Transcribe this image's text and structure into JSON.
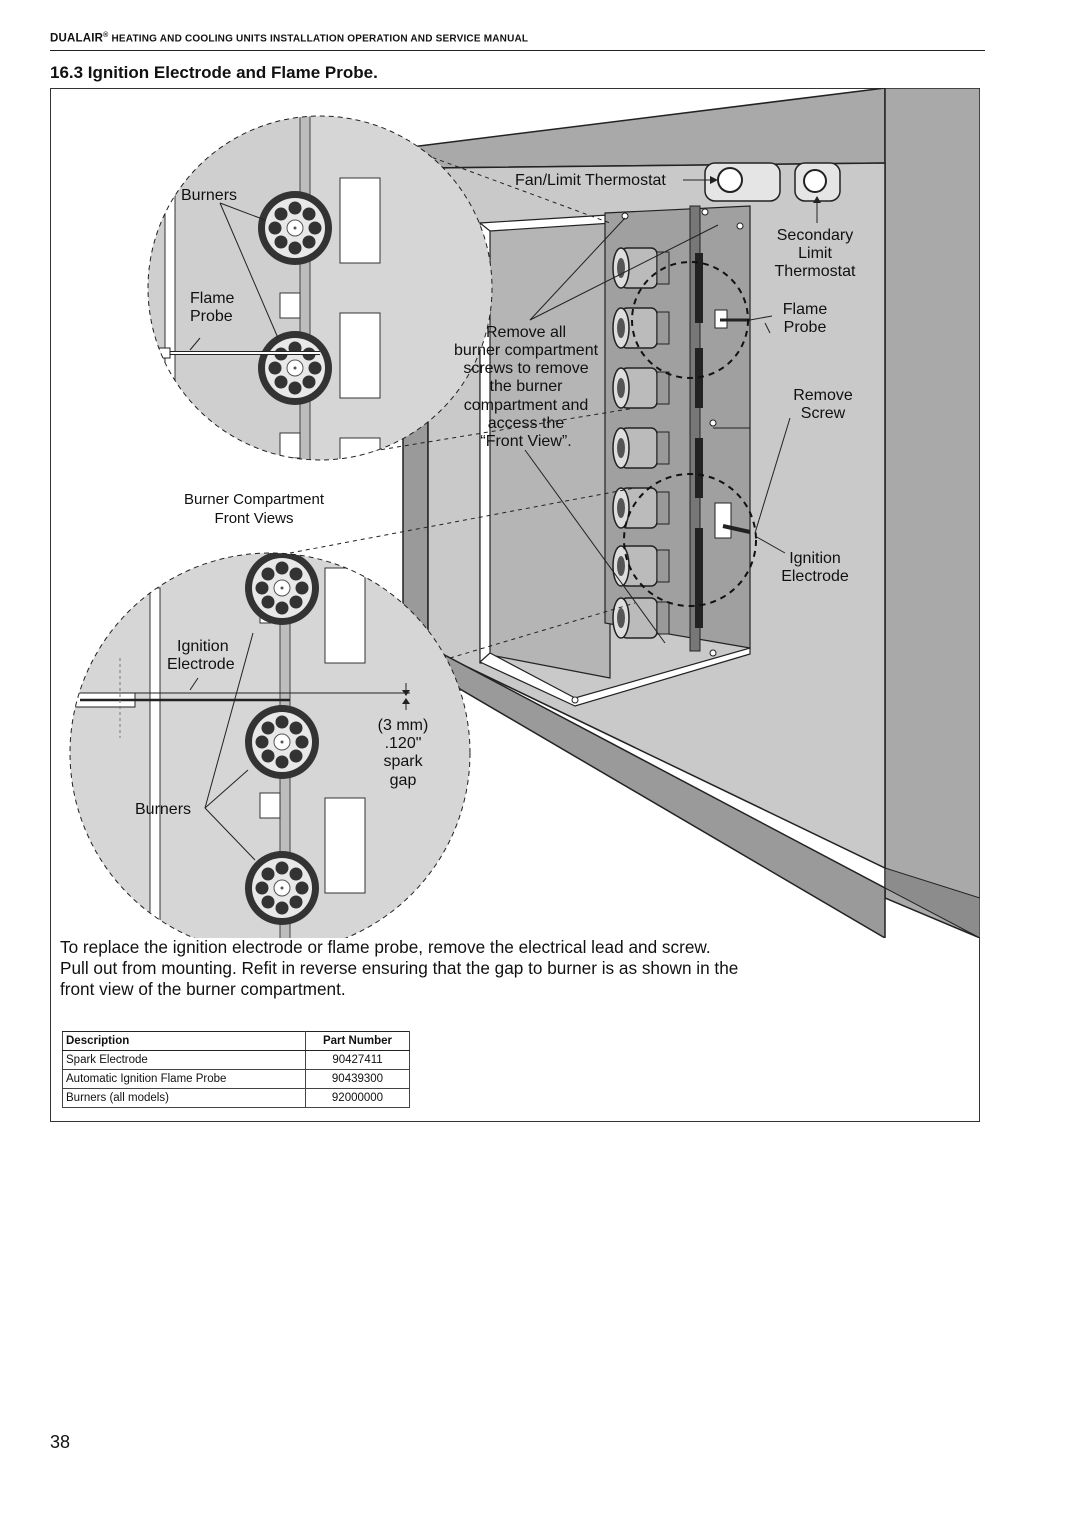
{
  "header": {
    "brand_prefix": "Dual",
    "brand_suffix": "Air",
    "registered_mark": "®",
    "title": "Heating and cooling Units Installation Operation and Service Manual"
  },
  "section": {
    "title": "16.3 Ignition Electrode and Flame Probe."
  },
  "diagram": {
    "labels": {
      "burners_top": "Burners",
      "flame_probe_top_line1": "Flame",
      "flame_probe_top_line2": "Probe",
      "burner_compartment_line1": "Burner Compartment",
      "burner_compartment_line2": "Front Views",
      "ignition_electrode_left_line1": "Ignition",
      "ignition_electrode_left_line2": "Electrode",
      "spark_gap_line1": "(3 mm)",
      "spark_gap_line2": ".120\"",
      "spark_gap_line3": "spark",
      "spark_gap_line4": "gap",
      "burners_bottom": "Burners",
      "fan_limit_thermostat": "Fan/Limit Thermostat",
      "secondary_line1": "Secondary",
      "secondary_line2": "Limit",
      "secondary_line3": "Thermostat",
      "flame_probe_right_line1": "Flame",
      "flame_probe_right_line2": "Probe",
      "remove_all_lines": [
        "Remove all",
        "burner compartment",
        "screws to remove",
        "the burner",
        "compartment and",
        "access the",
        "“Front View”."
      ],
      "remove_screw_line1": "Remove",
      "remove_screw_line2": "Screw",
      "ignition_electrode_right_line1": "Ignition",
      "ignition_electrode_right_line2": "Electrode"
    }
  },
  "instructions": {
    "line1": "To replace the ignition electrode or flame probe, remove the electrical lead and screw.",
    "line2": "Pull out from mounting. Refit in reverse ensuring that the gap to burner is as shown in the",
    "line3": "front view of the burner compartment."
  },
  "parts_table": {
    "headers": {
      "description": "Description",
      "part_number": "Part Number"
    },
    "rows": [
      {
        "description": "Spark Electrode",
        "part_number": "90427411"
      },
      {
        "description": "Automatic Ignition Flame Probe",
        "part_number": "90439300"
      },
      {
        "description": "Burners (all models)",
        "part_number": "92000000"
      }
    ]
  },
  "page_number": "38"
}
